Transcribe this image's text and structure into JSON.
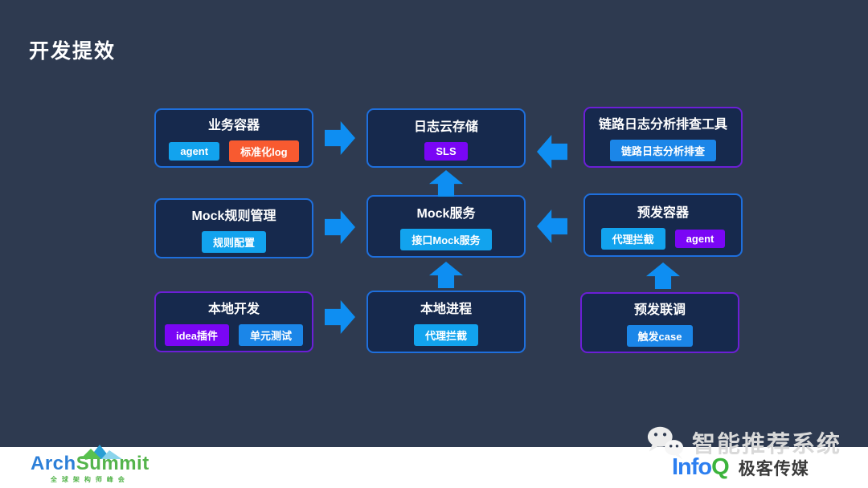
{
  "title": "开发提效",
  "colors": {
    "background": "#2e3a50",
    "box_fill": "#16294d",
    "border_blue": "#1e6fdd",
    "border_purple": "#6c1fd6",
    "arrow_blue": "#0e8ef2",
    "tag_cyan": "#12a3ee",
    "tag_blue": "#1b86e8",
    "tag_purple": "#7a06f5",
    "tag_orange": "#f85a30",
    "archsummit_blue": "#2c7fd8",
    "archsummit_green": "#55b44c",
    "infoq_blue": "#2d7ff0",
    "infoq_green": "#3cb43c"
  },
  "diagram": {
    "boxes": [
      {
        "id": "business-container",
        "title": "业务容器",
        "border": "blue",
        "tags": [
          {
            "label": "agent",
            "color": "#12a3ee"
          },
          {
            "label": "标准化log",
            "color": "#f85a30"
          }
        ]
      },
      {
        "id": "log-cloud-storage",
        "title": "日志云存储",
        "border": "blue",
        "tags": [
          {
            "label": "SLS",
            "color": "#7a06f5"
          }
        ]
      },
      {
        "id": "trace-log-analysis-tool",
        "title": "链路日志分析排查工具",
        "border": "purple",
        "tags": [
          {
            "label": "链路日志分析排查",
            "color": "#1b86e8"
          }
        ]
      },
      {
        "id": "mock-rule-management",
        "title": "Mock规则管理",
        "border": "blue",
        "tags": [
          {
            "label": "规则配置",
            "color": "#12a3ee"
          }
        ]
      },
      {
        "id": "mock-service",
        "title": "Mock服务",
        "border": "blue",
        "tags": [
          {
            "label": "接口Mock服务",
            "color": "#12a3ee"
          }
        ]
      },
      {
        "id": "staging-container",
        "title": "预发容器",
        "border": "blue",
        "tags": [
          {
            "label": "代理拦截",
            "color": "#12a3ee"
          },
          {
            "label": "agent",
            "color": "#7a06f5"
          }
        ]
      },
      {
        "id": "local-development",
        "title": "本地开发",
        "border": "purple",
        "tags": [
          {
            "label": "idea插件",
            "color": "#7a06f5"
          },
          {
            "label": "单元测试",
            "color": "#1b86e8"
          }
        ]
      },
      {
        "id": "local-process",
        "title": "本地进程",
        "border": "blue",
        "tags": [
          {
            "label": "代理拦截",
            "color": "#12a3ee"
          }
        ]
      },
      {
        "id": "staging-joint-debug",
        "title": "预发联调",
        "border": "purple",
        "tags": [
          {
            "label": "触发case",
            "color": "#1b86e8"
          }
        ]
      }
    ],
    "arrows": [
      {
        "from": "业务容器",
        "to": "日志云存储",
        "direction": "right"
      },
      {
        "from": "Mock规则管理",
        "to": "Mock服务",
        "direction": "right"
      },
      {
        "from": "本地开发",
        "to": "本地进程",
        "direction": "right"
      },
      {
        "from": "链路日志分析排查工具",
        "to": "日志云存储",
        "direction": "left"
      },
      {
        "from": "预发容器",
        "to": "Mock服务",
        "direction": "left"
      },
      {
        "from": "Mock服务",
        "to": "日志云存储",
        "direction": "up"
      },
      {
        "from": "本地进程",
        "to": "Mock服务",
        "direction": "up"
      },
      {
        "from": "预发联调",
        "to": "预发容器",
        "direction": "up"
      }
    ]
  },
  "footer": {
    "archsummit": {
      "name_part1": "Arch",
      "name_part2": "Summit",
      "subtitle": "全球架构师峰会"
    },
    "infoq": {
      "name_part1": "Info",
      "name_part2": "Q",
      "media": "极客传媒"
    }
  },
  "watermark": {
    "text": "智能推荐系统"
  }
}
